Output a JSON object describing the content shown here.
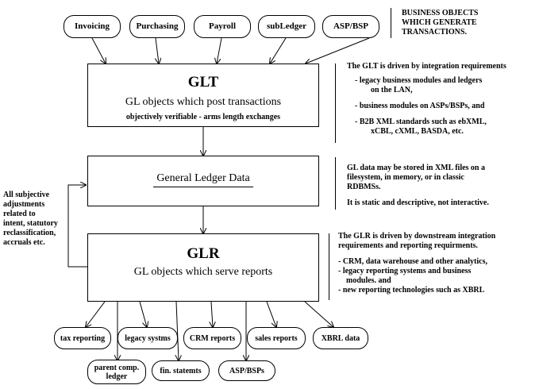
{
  "top_pills": [
    "Invoicing",
    "Purchasing",
    "Payroll",
    "subLedger",
    "ASP/BSP"
  ],
  "business_objects_note": [
    "BUSINESS OBJECTS",
    "WHICH GENERATE",
    "TRANSACTIONS."
  ],
  "glt": {
    "title": "GLT",
    "subtitle": "GL objects which post transactions",
    "caption": "objectively verifiable - arms length exchanges"
  },
  "glt_note": {
    "intro": "The GLT is driven by integration requirements",
    "items": [
      [
        "- legacy  business modules and ledgers",
        "on the LAN,"
      ],
      [
        "- business modules on ASPs/BSPs, and"
      ],
      [
        "- B2B XML standards such as ebXML,",
        "xCBL, cXML, BASDA, etc."
      ]
    ]
  },
  "gld": {
    "title": "General Ledger Data"
  },
  "gld_note": {
    "lines": [
      "GL data may be stored in XML files on a",
      "filesystem, in memory, or in classic",
      "RDBMSs."
    ],
    "extra": "It is static and descriptive, not interactive."
  },
  "left_note": [
    "All subjective",
    "adjustments",
    "related to",
    "intent, statutory",
    "reclassification,",
    "accruals etc."
  ],
  "glr": {
    "title": "GLR",
    "subtitle": "GL objects which serve reports"
  },
  "glr_note": {
    "intro": [
      "The GLR is driven by downstream integration",
      "requirements and reporting requirments."
    ],
    "items": [
      [
        "- CRM, data warehouse and other analytics,"
      ],
      [
        "- legacy reporting systems and business",
        "modules.  and"
      ],
      [
        "- new reporting technologies such as XBRL"
      ]
    ]
  },
  "bottom_pills_row1": [
    "tax reporting",
    "legacy systms",
    "CRM reports",
    "sales reports",
    "XBRL data"
  ],
  "bottom_pills_row2": [
    [
      "parent comp.",
      "ledger"
    ],
    "fin. statemts",
    "ASP/BSPs"
  ]
}
